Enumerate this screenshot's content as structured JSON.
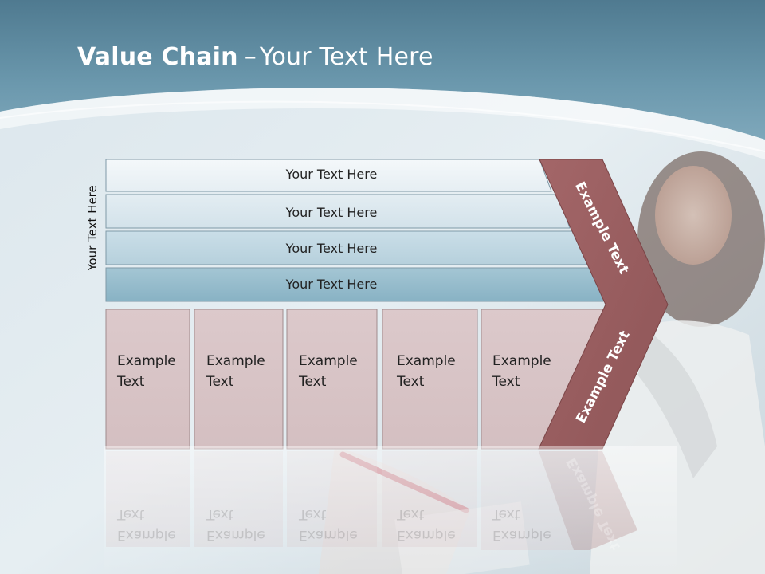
{
  "title": {
    "bold": "Value Chain",
    "separator": "–",
    "rest": "Your Text Here"
  },
  "side_label": "Your Text Here",
  "rows": [
    "Your Text Here",
    "Your Text Here",
    "Your Text Here",
    "Your Text Here"
  ],
  "cells": [
    {
      "line1": "Example",
      "line2": "Text"
    },
    {
      "line1": "Example",
      "line2": "Text"
    },
    {
      "line1": "Example",
      "line2": "Text"
    },
    {
      "line1": "Example",
      "line2": "Text"
    },
    {
      "line1": "Example",
      "line2": "Text"
    }
  ],
  "chevron": {
    "upper": "Example Text",
    "lower": "Example Text"
  },
  "colors": {
    "header": "#5c8aa0",
    "row1": "#edf3f7",
    "row2": "#d9e7ee",
    "row3": "#c0d7e2",
    "row4": "#95bccc",
    "cell": "#d8c3c5",
    "chevron": "#9c5e5f"
  }
}
